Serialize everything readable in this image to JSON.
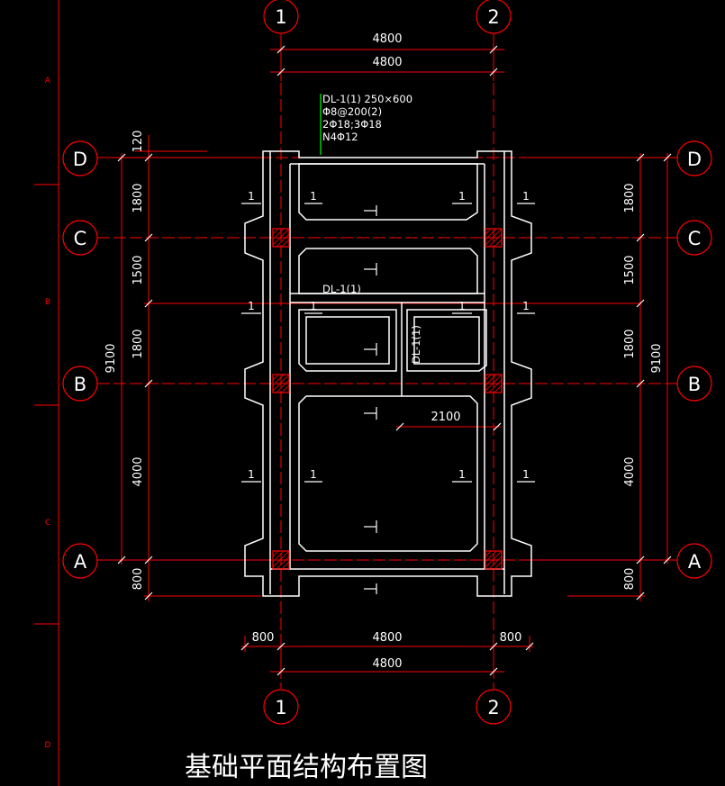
{
  "axes": {
    "vertical": [
      "1",
      "2"
    ],
    "horizontal": [
      "D",
      "C",
      "B",
      "A"
    ]
  },
  "margin_marks": [
    "A",
    "B",
    "C",
    "D"
  ],
  "dimensions": {
    "top_overall": "4800",
    "top_axis": "4800",
    "bottom_axis": "4800",
    "bottom_left_ext": "800",
    "bottom_mid": "4800",
    "bottom_right_ext": "800",
    "left_top": "120",
    "left_dc": "1800",
    "left_c_mid": "1500",
    "left_mid_b": "1800",
    "left_ba": "4000",
    "left_bottom": "800",
    "left_total": "9100",
    "right_dc": "1800",
    "right_c_mid": "1500",
    "right_mid_b": "1800",
    "right_ba": "4000",
    "right_bottom": "800",
    "right_total": "9100",
    "inner_2100": "2100"
  },
  "beam_callout": {
    "line1": "DL-1(1) 250×600",
    "line2": "Φ8@200(2)",
    "line3": "2Φ18;3Φ18",
    "line4": "N4Φ12"
  },
  "beam_labels": {
    "horizontal": "DL-1(1)",
    "vertical": "DL-1(1)"
  },
  "section_marks": {
    "s1": "1",
    "s2": "1",
    "s3": "1",
    "s4": "1",
    "s5": "1",
    "s6": "1",
    "s7": "1",
    "s8": "1",
    "s9": "1",
    "s10": "1",
    "s11": "1",
    "s12": "1"
  },
  "drawing_title": "基础平面结构布置图",
  "colors": {
    "background": "#000000",
    "axis_line": "#ff0000",
    "outline": "#ffffff",
    "callout_leader": "#00ff00",
    "column_hatch": "#ff0000"
  }
}
